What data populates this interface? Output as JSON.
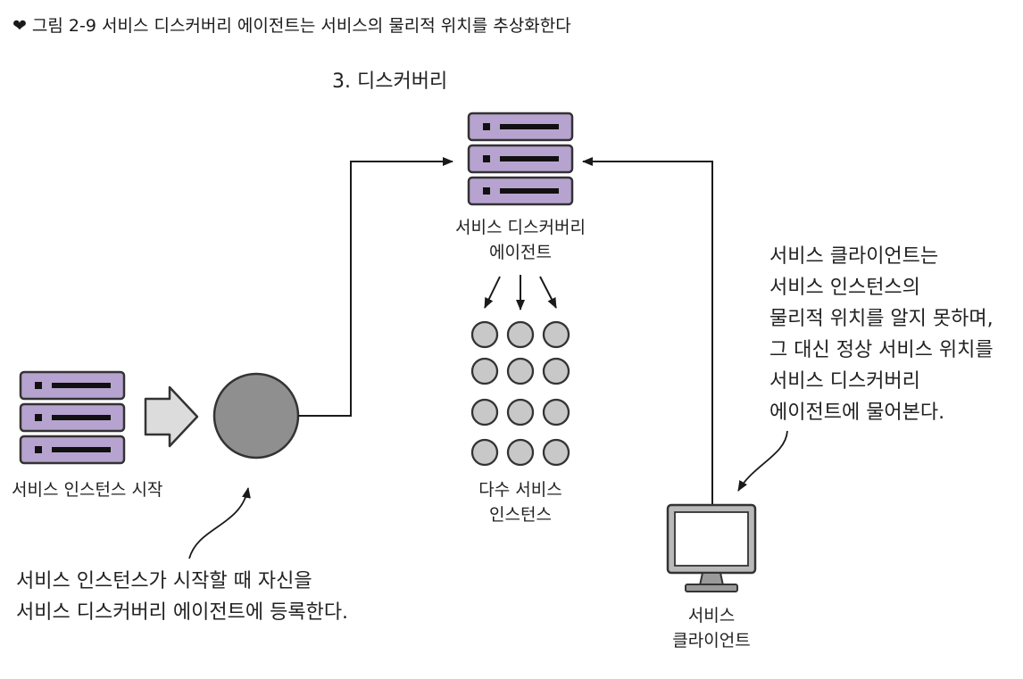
{
  "figure": {
    "caption": "그림 2-9 서비스 디스커버리 에이전트는 서비스의 물리적 위치를 추상화한다"
  },
  "discovery": {
    "step_label": "3. 디스커버리",
    "agent_label_lines": [
      "서비스 디스커버리",
      "에이전트"
    ]
  },
  "instances": {
    "label_lines": [
      "다수 서비스",
      "인스턴스"
    ]
  },
  "service_start": {
    "label": "서비스 인스턴스 시작"
  },
  "register_note": {
    "lines": [
      "서비스 인스턴스가 시작할 때 자신을",
      "서비스 디스커버리 에이전트에 등록한다."
    ]
  },
  "client_note": {
    "lines": [
      "서비스 클라이언트는",
      "서비스 인스턴스의",
      "물리적 위치를 알지 못하며,",
      "그 대신 정상 서비스 위치를",
      "서비스 디스커버리",
      "에이전트에 물어본다."
    ]
  },
  "client": {
    "label_lines": [
      "서비스",
      "클라이언트"
    ]
  },
  "colors": {
    "server_fill": "#b7a3cf",
    "server_stroke": "#333333",
    "node_fill": "#c8c8c8",
    "big_circle_fill": "#8f8f8f",
    "arrow_fill": "#dcdcdc"
  }
}
